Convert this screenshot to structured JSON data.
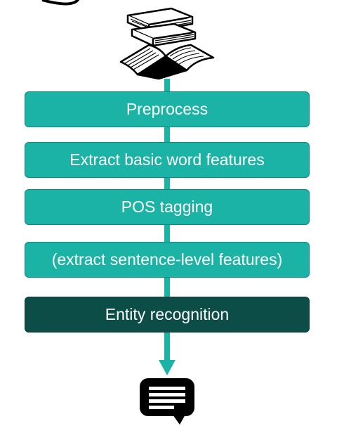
{
  "diagram": {
    "steps": [
      {
        "label": "Preprocess",
        "style": "teal"
      },
      {
        "label": "Extract basic word features",
        "style": "teal"
      },
      {
        "label": "POS tagging",
        "style": "teal"
      },
      {
        "label": "(extract sentence-level features)",
        "style": "teal"
      },
      {
        "label": "Entity recognition",
        "style": "dark"
      }
    ],
    "input_icon": "books-icon",
    "output_icon": "document-message-icon"
  },
  "colors": {
    "teal": "#1ab3a6",
    "dark_teal": "#0d4d47",
    "text": "#ffffff",
    "icon": "#000000"
  }
}
